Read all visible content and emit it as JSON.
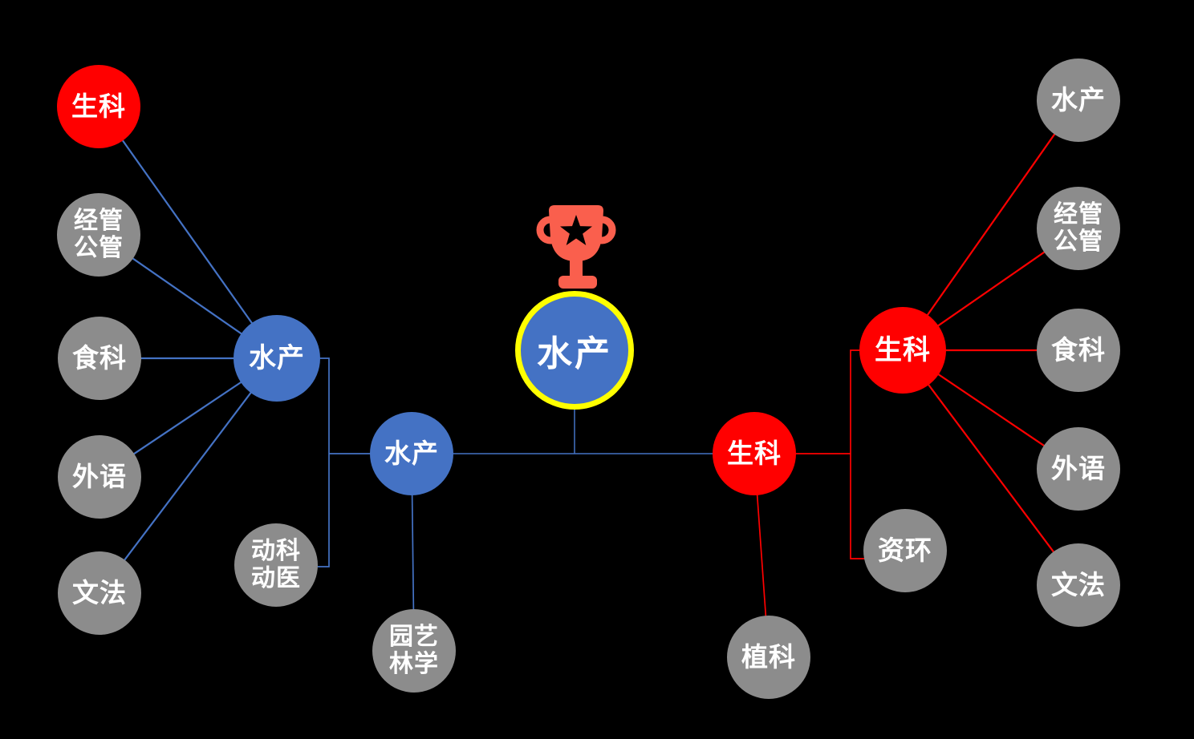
{
  "diagram_type": "tournament-bracket",
  "colors": {
    "background": "#000000",
    "node_blue": "#4472C4",
    "node_red": "#FF0000",
    "node_gray": "#8C8C8C",
    "champion_ring": "#FFFF00",
    "trophy": "#FA5F4D",
    "text": "#FFFFFF",
    "line_blue": "#4472C4",
    "line_red": "#FF0000"
  },
  "icons": {
    "champion_trophy": "trophy-star-icon"
  },
  "nodes": {
    "champion": "水产",
    "semi_left": "水产",
    "semi_right": "生科",
    "qf_left": "水产",
    "qf_right": "生科",
    "l1": "生科",
    "l2": "经管\n公管",
    "l3": "食科",
    "l4": "外语",
    "l5": "文法",
    "dongke": "动科\n动医",
    "yuanyi": "园艺\n林学",
    "zhike": "植科",
    "zihuan": "资环",
    "r1": "水产",
    "r2": "经管\n公管",
    "r3": "食科",
    "r4": "外语",
    "r5": "文法"
  },
  "edges": [
    {
      "from": "qf_left",
      "to": "l1",
      "color": "blue"
    },
    {
      "from": "qf_left",
      "to": "l2",
      "color": "blue"
    },
    {
      "from": "qf_left",
      "to": "l3",
      "color": "blue"
    },
    {
      "from": "qf_left",
      "to": "l4",
      "color": "blue"
    },
    {
      "from": "qf_left",
      "to": "l5",
      "color": "blue"
    },
    {
      "from": "qf_left",
      "to": "dongke",
      "color": "blue",
      "style": "elbow"
    },
    {
      "from": "qf_left",
      "to": "semi_left",
      "color": "blue",
      "style": "elbow"
    },
    {
      "from": "semi_left",
      "to": "yuanyi",
      "color": "blue"
    },
    {
      "from": "semi_left",
      "to": "semi_right",
      "color": "blue"
    },
    {
      "from": "champion",
      "to": "semi_left",
      "color": "blue",
      "style": "drop"
    },
    {
      "from": "qf_right",
      "to": "r1",
      "color": "red"
    },
    {
      "from": "qf_right",
      "to": "r2",
      "color": "red"
    },
    {
      "from": "qf_right",
      "to": "r3",
      "color": "red"
    },
    {
      "from": "qf_right",
      "to": "r4",
      "color": "red"
    },
    {
      "from": "qf_right",
      "to": "r5",
      "color": "red"
    },
    {
      "from": "qf_right",
      "to": "zihuan",
      "color": "red",
      "style": "elbow"
    },
    {
      "from": "qf_right",
      "to": "semi_right",
      "color": "red",
      "style": "elbow"
    },
    {
      "from": "semi_right",
      "to": "zhike",
      "color": "red"
    }
  ]
}
